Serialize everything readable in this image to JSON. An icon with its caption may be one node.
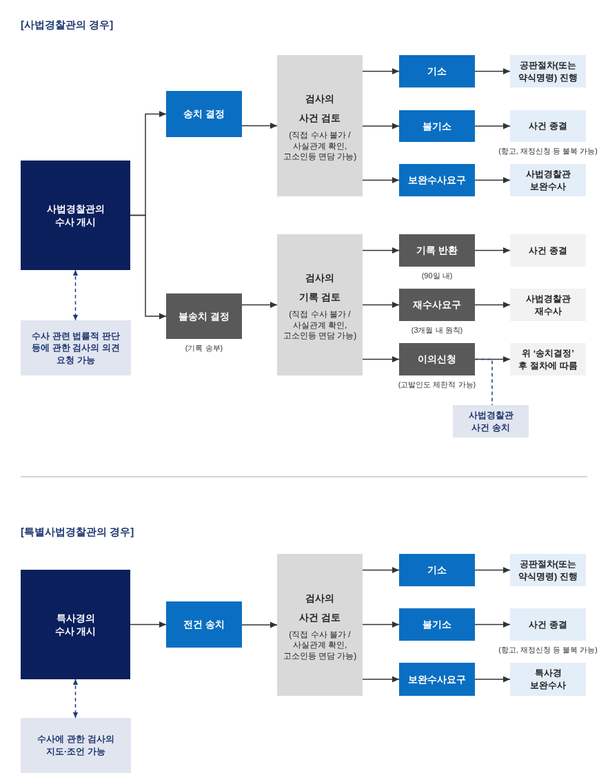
{
  "diagram": {
    "nodes": [
      {
        "text": [
          "사법경찰관의 수사 개시"
        ]
      },
      {
        "text": [
          "송치 결정"
        ]
      },
      {
        "text": [
          "불송치 결정"
        ],
        "beside": [
          "(기록 송부)"
        ]
      },
      {
        "text": [
          "검사의 사건 검토",
          "(직접 수사 불가 / 사실관계 확인, 고소인등 면담 가능)"
        ]
      },
      {
        "text": [
          "기소"
        ]
      },
      {
        "text": [
          "불기소"
        ]
      },
      {
        "text": [
          "보완수사요구"
        ]
      },
      {
        "text": [
          "공판절차(또는 약식명령) 진행"
        ]
      },
      {
        "text": [
          "사건 종결"
        ],
        "beside": [
          "(항고, 재정신청 등 불복 가능)"
        ]
      },
      {
        "text": [
          "사법경찰관 보완수사"
        ]
      },
      {
        "text": [
          "검사의 기록 검토",
          "(직접 수사 불가 / 사실관계 확인, 고소인등 면담 가능)"
        ]
      },
      {
        "text": [
          "기록 반환"
        ],
        "beside": [
          "(90일 내)"
        ]
      },
      {
        "text": [
          "재수사요구"
        ],
        "beside": [
          "(3개월 내 원칙)"
        ]
      },
      {
        "text": [
          "이의신청"
        ],
        "beside": [
          "(고발인도 제한적 가능)"
        ]
      },
      {
        "text": [
          "사건 종결"
        ]
      },
      {
        "text": [
          "사법경찰관 재수사"
        ]
      },
      {
        "text": [
          "위 ‘송치결정’ 후 절차에 따름"
        ]
      },
      {
        "text": [
          "사법경찰관 사건 송치"
        ]
      },
      {
        "text": [
          "수사 관련 법률적 판단 등에 관한 검사의 의견 요청 가능"
        ]
      },
      {
        "text": [
          "특사경의 수사 개시"
        ]
      },
      {
        "text": [
          "전건 송치"
        ]
      },
      {
        "text": [
          "검사의 사건 검토",
          "(직접 수사 불가 / 사실관계 확인, 고소인등 면담 가능)"
        ]
      },
      {
        "text": [
          "기소"
        ]
      },
      {
        "text": [
          "불기소"
        ]
      },
      {
        "text": [
          "보완수사요구"
        ]
      },
      {
        "text": [
          "공판절차(또는 약식명령) 진행"
        ]
      },
      {
        "text": [
          "사건 종결"
        ],
        "beside": [
          "(항고, 재정신청 등 불복 가능)"
        ]
      },
      {
        "text": [
          "특사경 보완수사"
        ]
      },
      {
        "text": [
          "수사에 관한 검사의 지도·조언 가능"
        ]
      }
    ],
    "edges": [
      {
        "from": 0,
        "to": 1,
        "arrow": "to"
      },
      {
        "from": 0,
        "to": 2,
        "arrow": "to"
      },
      {
        "from": 1,
        "to": 3,
        "arrow": "to"
      },
      {
        "from": 2,
        "to": 10,
        "arrow": "to"
      },
      {
        "from": 3,
        "to": 4,
        "arrow": "to"
      },
      {
        "from": 3,
        "to": 5,
        "arrow": "to"
      },
      {
        "from": 3,
        "to": 6,
        "arrow": "to"
      },
      {
        "from": 4,
        "to": 7,
        "arrow": "to"
      },
      {
        "from": 5,
        "to": 8,
        "arrow": "to"
      },
      {
        "from": 6,
        "to": 9,
        "arrow": "to"
      },
      {
        "from": 10,
        "to": 11,
        "arrow": "to"
      },
      {
        "from": 10,
        "to": 12,
        "arrow": "to"
      },
      {
        "from": 10,
        "to": 13,
        "arrow": "to"
      },
      {
        "from": 11,
        "to": 14,
        "arrow": "to"
      },
      {
        "from": 12,
        "to": 15,
        "arrow": "to"
      },
      {
        "from": 13,
        "to": 16,
        "arrow": "to"
      },
      {
        "from": 13,
        "to": 17,
        "arrow": "none",
        "style": "dashed",
        "color": "#1f3a7a"
      },
      {
        "from": 0,
        "to": 18,
        "arrow": "both",
        "style": "dashed",
        "color": "#1f3a7a"
      },
      {
        "from": 19,
        "to": 20,
        "arrow": "to"
      },
      {
        "from": 20,
        "to": 21,
        "arrow": "to"
      },
      {
        "from": 21,
        "to": 22,
        "arrow": "to"
      },
      {
        "from": 21,
        "to": 23,
        "arrow": "to"
      },
      {
        "from": 21,
        "to": 24,
        "arrow": "to"
      },
      {
        "from": 22,
        "to": 25,
        "arrow": "to"
      },
      {
        "from": 23,
        "to": 26,
        "arrow": "to"
      },
      {
        "from": 24,
        "to": 27,
        "arrow": "to"
      },
      {
        "from": 19,
        "to": 28,
        "arrow": "both",
        "style": "dashed",
        "color": "#1f3a7a"
      }
    ],
    "labels": [
      "[사법경찰관의 경우]",
      "[특별사법경찰관의 경우]"
    ]
  }
}
